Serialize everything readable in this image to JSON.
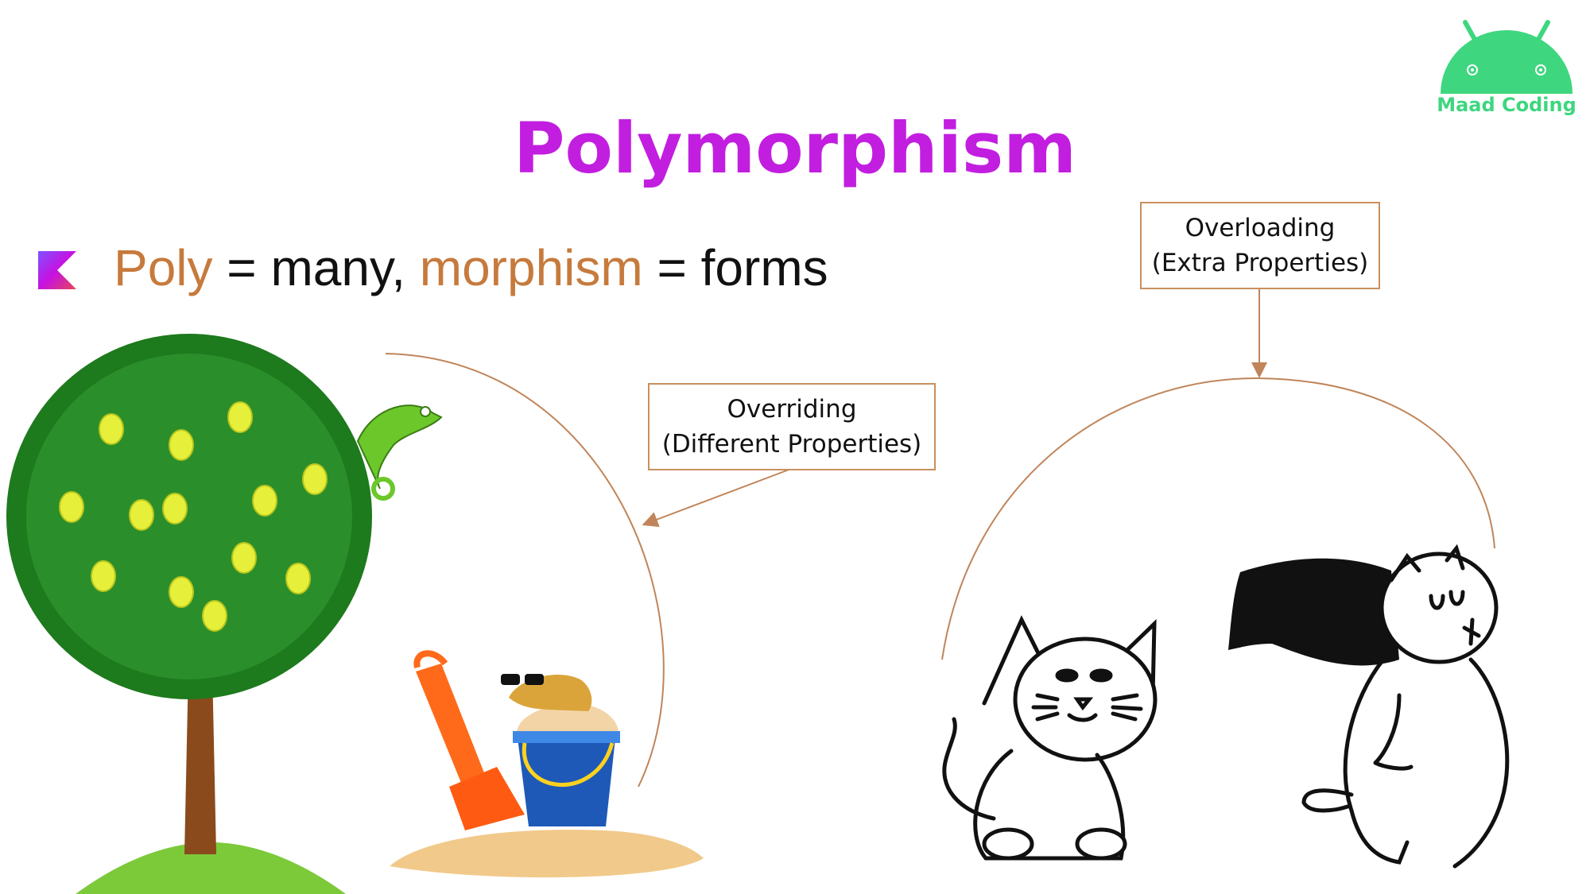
{
  "slide": {
    "title": "Polymorphism",
    "definition": {
      "poly": "Poly",
      "eq1": " = many, ",
      "morphism": "morphism",
      "eq2": " = forms"
    }
  },
  "callouts": {
    "overriding": {
      "line1": "Overriding",
      "line2": "(Different Properties)"
    },
    "overloading": {
      "line1": "Overloading",
      "line2": "(Extra Properties)"
    }
  },
  "brand": {
    "name": "Maad Coding"
  },
  "icons": [
    "kotlin-logo-icon",
    "android-mascot-icon",
    "tree-icon",
    "chameleon-icon",
    "sandcastle-bucket-icon",
    "cat-icon",
    "super-cat-icon"
  ],
  "colors": {
    "title": "#c21ee0",
    "highlight": "#c67a3c",
    "callout_border": "#c8905e",
    "brand_green": "#3ed67f"
  }
}
